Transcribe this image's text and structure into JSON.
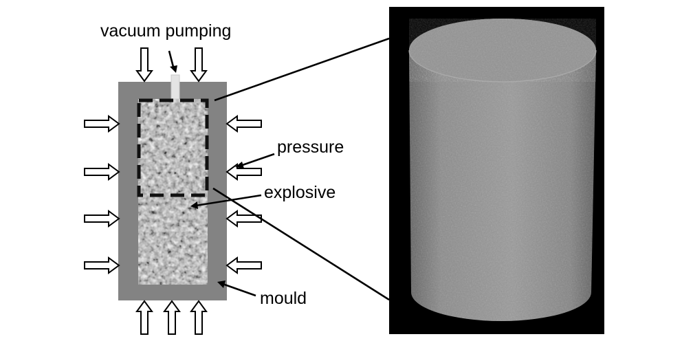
{
  "labels": {
    "vacuum_pumping": "vacuum pumping",
    "pressure": "pressure",
    "explosive": "explosive",
    "mould": "mould"
  },
  "colors": {
    "mould": "#838383",
    "background": "#ffffff",
    "photo_background": "#000000",
    "cylinder": "#8f8f8f",
    "vacuum_port": "#e4e4e4"
  },
  "icons": [
    "pressure-arrow-icon",
    "callout-arrow-icon"
  ]
}
